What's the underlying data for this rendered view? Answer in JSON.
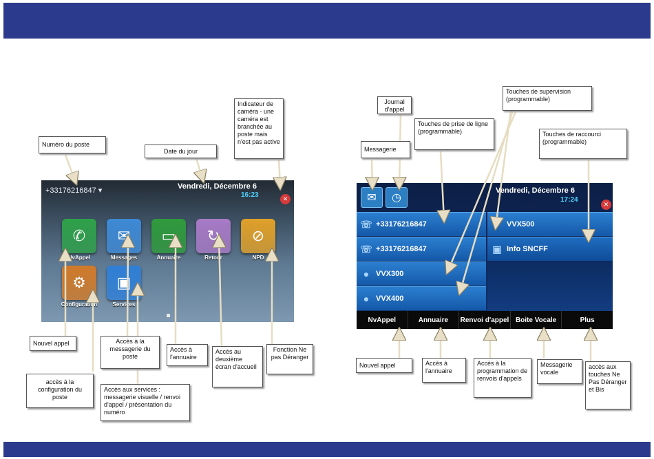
{
  "left_phone": {
    "extension": "+33176216847",
    "date": "Vendredi, Décembre 6",
    "time": "16:23",
    "apps": [
      {
        "label": "NvAppel",
        "color": "#2fa14a",
        "icon": "phone-icon"
      },
      {
        "label": "Messages",
        "color": "#3e8ad6",
        "icon": "envelope-icon"
      },
      {
        "label": "Annuaire",
        "color": "#2f9a3c",
        "icon": "book-icon"
      },
      {
        "label": "Retour",
        "color": "#a87ac6",
        "icon": "forward-call-icon"
      },
      {
        "label": "NPD",
        "color": "#e0a02a",
        "icon": "do-not-disturb-icon"
      },
      {
        "label": "Configuration",
        "color": "#d07a2a",
        "icon": "gear-icon"
      },
      {
        "label": "Services",
        "color": "#2f7fd6",
        "icon": "services-icon"
      }
    ]
  },
  "right_phone": {
    "date": "Vendredi, Décembre 6",
    "time": "17:24",
    "line_keys": [
      "+33176216847",
      "+33176216847",
      "VVX300",
      "VVX400"
    ],
    "right_keys": [
      "VVX500",
      "Info SNCFF"
    ],
    "softkeys": [
      "NvAppel",
      "Annuaire",
      "Renvoi d'appel",
      "Boite Vocale",
      "Plus"
    ]
  },
  "callouts_left": {
    "numero_poste": "Numéro du poste",
    "date_jour": "Date du jour",
    "camera": "Indicateur de caméra - une caméra est branchée au poste mais n'est pas active",
    "nouvel_appel": "Nouvel appel",
    "acces_messagerie": "Accès à la messagerie du poste",
    "acces_annuaire": "Accès à l'annuaire",
    "acces_deuxieme": "Accès au deuxième écran d'accueil",
    "fonction_npd": "Fonction Ne pas Déranger",
    "acces_configuration": "accès à la configuration du poste",
    "acces_services": "Accès aux services : messagerie visuelle / renvoi d'appel / présentation du numéro"
  },
  "callouts_right": {
    "journal": "Journal d'appel",
    "messagerie": "Messagerie",
    "prise_ligne": "Touches de prise de ligne (programmable)",
    "supervision": "Touches de supervision (programmable)",
    "raccourci": "Touches de raccourci (programmable)",
    "nouvel_appel": "Nouvel appel",
    "acces_annuaire": "Accès à l'annuaire",
    "renvois": "Accès à la programmation de renvois d'appels",
    "messagerie_vocale": "Messagerie vocale",
    "touches_npd": "accès aux touches Ne Pas Déranger et Bis"
  }
}
